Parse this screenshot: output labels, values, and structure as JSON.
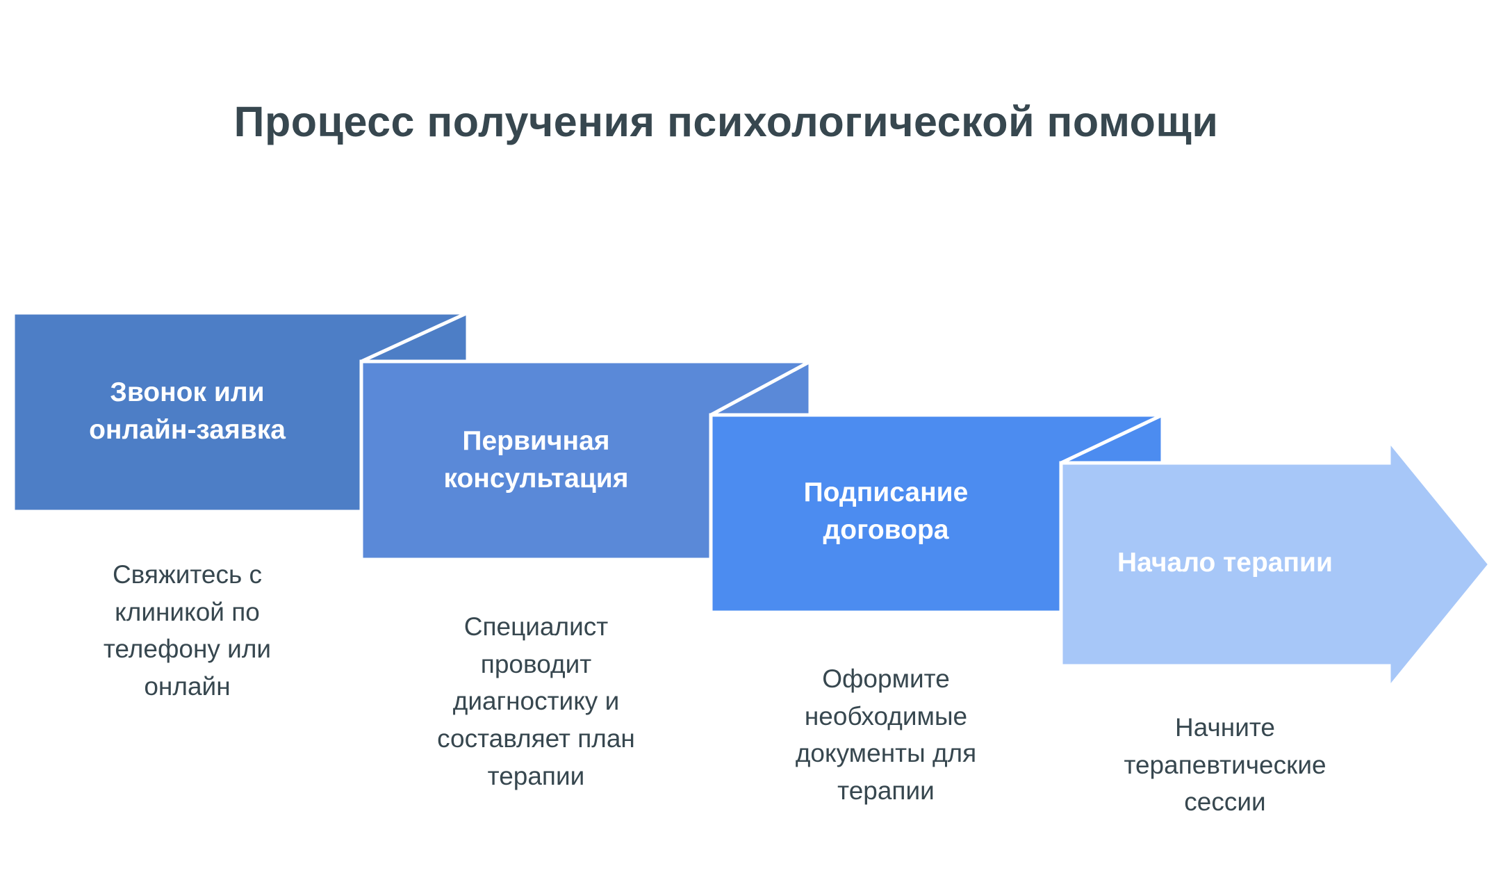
{
  "title": "Процесс получения психологической помощи",
  "colors": {
    "step1": "#4d7ec6",
    "step2": "#5a89d8",
    "step3": "#4c8cf0",
    "step4": "#a7c7f8",
    "text_dark": "#37474f",
    "label_white": "#ffffff",
    "divider_white": "#ffffff"
  },
  "steps": [
    {
      "label": "Звонок или\nонлайн-заявка",
      "description": "Свяжитесь с\nклиникой по\nтелефону или\nонлайн"
    },
    {
      "label": "Первичная\nконсультация",
      "description": "Специалист\nпроводит\nдиагностику и\nсоставляет план\nтерапии"
    },
    {
      "label": "Подписание\nдоговора",
      "description": "Оформите\nнеобходимые\nдокументы для\nтерапии"
    },
    {
      "label": "Начало терапии",
      "description": "Начните\nтерапевтические\nсессии"
    }
  ]
}
